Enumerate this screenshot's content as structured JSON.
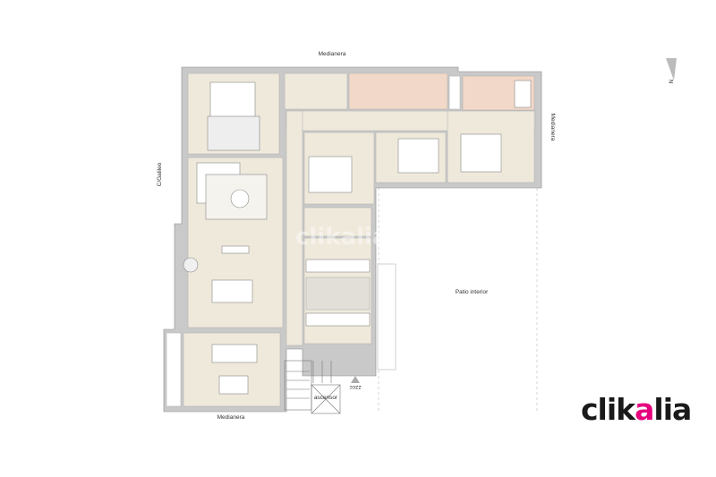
{
  "labels": {
    "top": "Medianera",
    "left": "C/Galileo",
    "right": "Medianera",
    "bottom": "Medianera",
    "patio": "Patio interior",
    "elevator": "ascensor",
    "common": "zzcc",
    "north": "N"
  },
  "logo": {
    "text_start": "clik",
    "text_accent": "a",
    "text_end": "lia",
    "accent_color": "#e6007e"
  },
  "watermark": "clikalia",
  "colors": {
    "floor": "#efe9db",
    "wall": "#c9c9c9",
    "tile": "#f2d8c8",
    "outline": "#8c8c8c"
  }
}
